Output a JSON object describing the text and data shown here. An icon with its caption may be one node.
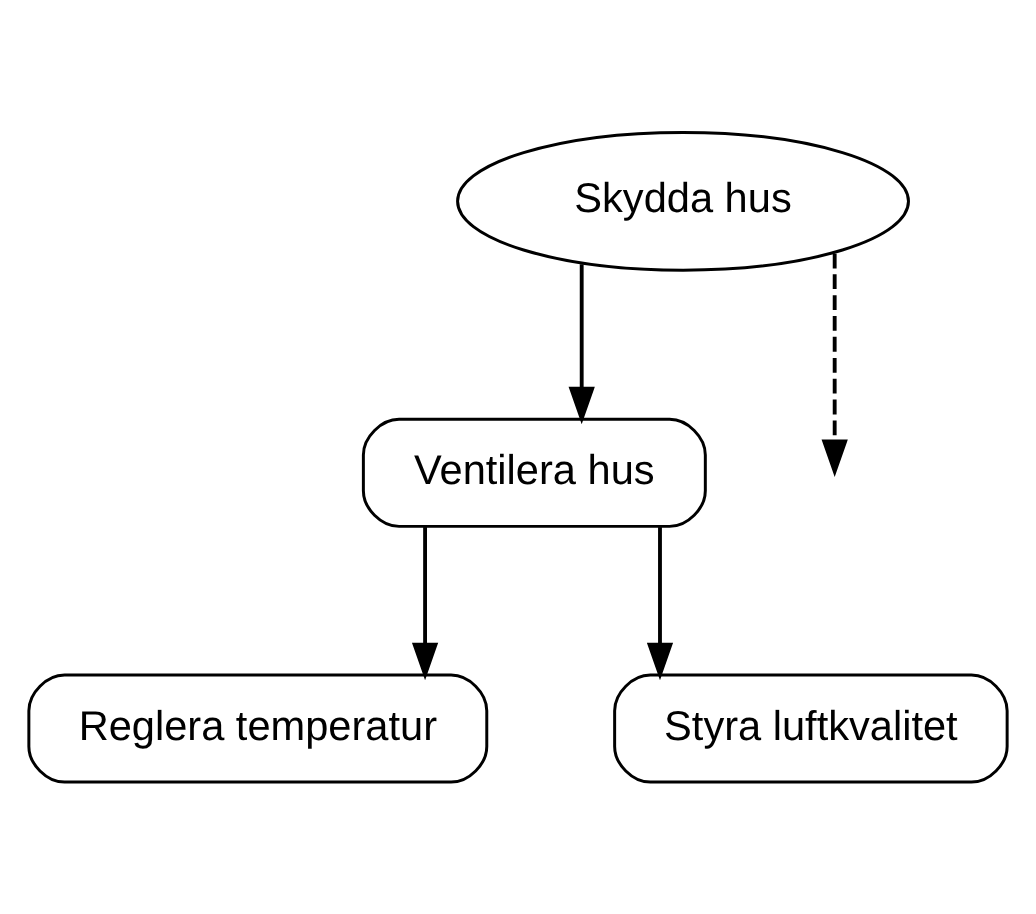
{
  "diagram": {
    "nodes": [
      {
        "text": [
          "Skydda hus"
        ]
      },
      {
        "text": [
          "Ventilera hus"
        ]
      },
      {
        "text": [
          "Reglera temperatur"
        ]
      },
      {
        "text": [
          "Styra luftkvalitet"
        ]
      }
    ],
    "edges": [
      {
        "from": 0,
        "to": 1,
        "arrow": "to"
      },
      {
        "from": 0,
        "to": null,
        "arrow": "to",
        "style": "dashed"
      },
      {
        "from": 1,
        "to": 2,
        "arrow": "to"
      },
      {
        "from": 1,
        "to": 3,
        "arrow": "to"
      }
    ]
  }
}
